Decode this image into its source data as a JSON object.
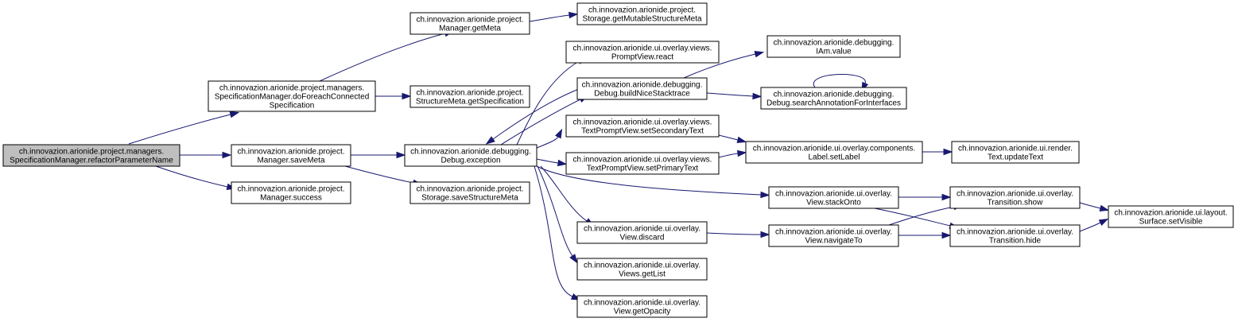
{
  "colors": {
    "edge": "#191970",
    "root_fill": "#bfbfbf",
    "node_fill": "#ffffff",
    "node_border": "#000000"
  },
  "nodes": {
    "refactor": [
      "ch.innovazion.arionide.project.managers.",
      "SpecificationManager.refactorParameterName"
    ],
    "doForeach": [
      "ch.innovazion.arionide.project.managers.",
      "SpecificationManager.doForeachConnected",
      "Specification"
    ],
    "saveMeta": [
      "ch.innovazion.arionide.project.",
      "Manager.saveMeta"
    ],
    "success": [
      "ch.innovazion.arionide.project.",
      "Manager.success"
    ],
    "getMeta": [
      "ch.innovazion.arionide.project.",
      "Manager.getMeta"
    ],
    "getMutable": [
      "ch.innovazion.arionide.project.",
      "Storage.getMutableStructureMeta"
    ],
    "getSpec": [
      "ch.innovazion.arionide.project.",
      "StructureMeta.getSpecification"
    ],
    "exception": [
      "ch.innovazion.arionide.debugging.",
      "Debug.exception"
    ],
    "saveStructure": [
      "ch.innovazion.arionide.project.",
      "Storage.saveStructureMeta"
    ],
    "react": [
      "ch.innovazion.arionide.ui.overlay.views.",
      "PromptView.react"
    ],
    "buildNice": [
      "ch.innovazion.arionide.debugging.",
      "Debug.buildNiceStacktrace"
    ],
    "setSecondary": [
      "ch.innovazion.arionide.ui.overlay.views.",
      "TextPromptView.setSecondaryText"
    ],
    "setPrimary": [
      "ch.innovazion.arionide.ui.overlay.views.",
      "TextPromptView.setPrimaryText"
    ],
    "discard": [
      "ch.innovazion.arionide.ui.overlay.",
      "View.discard"
    ],
    "getList": [
      "ch.innovazion.arionide.ui.overlay.",
      "Views.getList"
    ],
    "getOpacity": [
      "ch.innovazion.arionide.ui.overlay.",
      "View.getOpacity"
    ],
    "iamValue": [
      "ch.innovazion.arionide.debugging.",
      "IAm.value"
    ],
    "searchAnno": [
      "ch.innovazion.arionide.debugging.",
      "Debug.searchAnnotationForInterfaces"
    ],
    "setLabel": [
      "ch.innovazion.arionide.ui.overlay.components.",
      "Label.setLabel"
    ],
    "stackOnto": [
      "ch.innovazion.arionide.ui.overlay.",
      "View.stackOnto"
    ],
    "navigateTo": [
      "ch.innovazion.arionide.ui.overlay.",
      "View.navigateTo"
    ],
    "updateText": [
      "ch.innovazion.arionide.ui.render.",
      "Text.updateText"
    ],
    "show": [
      "ch.innovazion.arionide.ui.overlay.",
      "Transition.show"
    ],
    "hide": [
      "ch.innovazion.arionide.ui.overlay.",
      "Transition.hide"
    ],
    "setVisible": [
      "ch.innovazion.arionide.ui.layout.",
      "Surface.setVisible"
    ]
  }
}
